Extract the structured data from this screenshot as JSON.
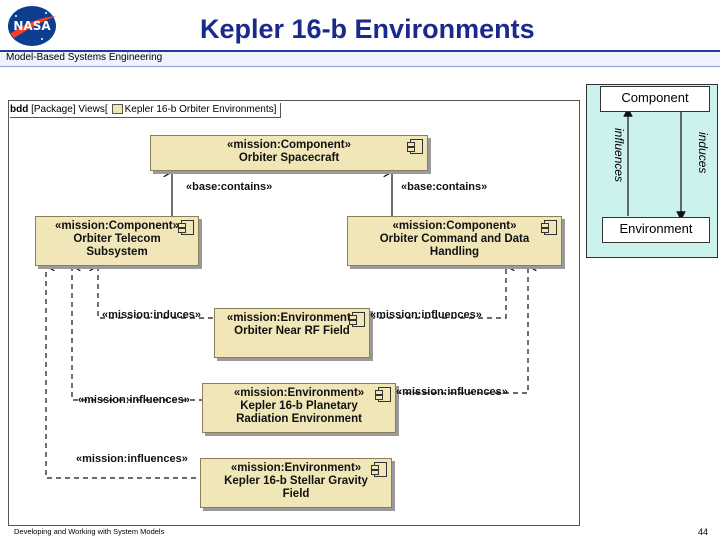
{
  "header": {
    "title": "Kepler 16-b Environments",
    "subtitle": "Model-Based Systems Engineering",
    "logo_text": "NASA"
  },
  "diagram": {
    "frame_kind": "bdd",
    "frame_path": "[Package] Views[",
    "frame_name": "Kepler 16-b Orbiter Environments]",
    "blocks": {
      "spacecraft": {
        "stereotype": "«mission:Component»",
        "name": "Orbiter Spacecraft"
      },
      "telecom": {
        "stereotype": "«mission:Component»",
        "name_line1": "Orbiter Telecom",
        "name_line2": "Subsystem"
      },
      "cdh": {
        "stereotype": "«mission:Component»",
        "name_line1": "Orbiter Command and Data",
        "name_line2": "Handling"
      },
      "rf_field": {
        "stereotype": "«mission:Environment»",
        "name": "Orbiter Near RF Field"
      },
      "radiation": {
        "stereotype": "«mission:Environment»",
        "name_line1": "Kepler 16-b Planetary",
        "name_line2": "Radiation Environment"
      },
      "gravity": {
        "stereotype": "«mission:Environment»",
        "name_line1": "Kepler 16-b Stellar Gravity",
        "name_line2": "Field"
      }
    },
    "relations": {
      "contains_left": "«base:contains»",
      "contains_right": "«base:contains»",
      "induces": "«mission:induces»",
      "influences_rf": "«mission:influences»",
      "influences_rad_left": "«mission:influences»",
      "influences_rad_right": "«mission:influences»",
      "influences_grav": "«mission:influences»"
    }
  },
  "legend": {
    "component": "Component",
    "environment": "Environment",
    "influences": "influences",
    "induces": "induces"
  },
  "footer": {
    "text": "Developing and Working with System Models",
    "page": "44"
  },
  "colors": {
    "title": "#1a2a8c",
    "block_fill": "#f0e6b8",
    "legend_fill": "#ccf2ee",
    "nasa_blue": "#0b3d91",
    "nasa_red": "#fc3d21"
  }
}
